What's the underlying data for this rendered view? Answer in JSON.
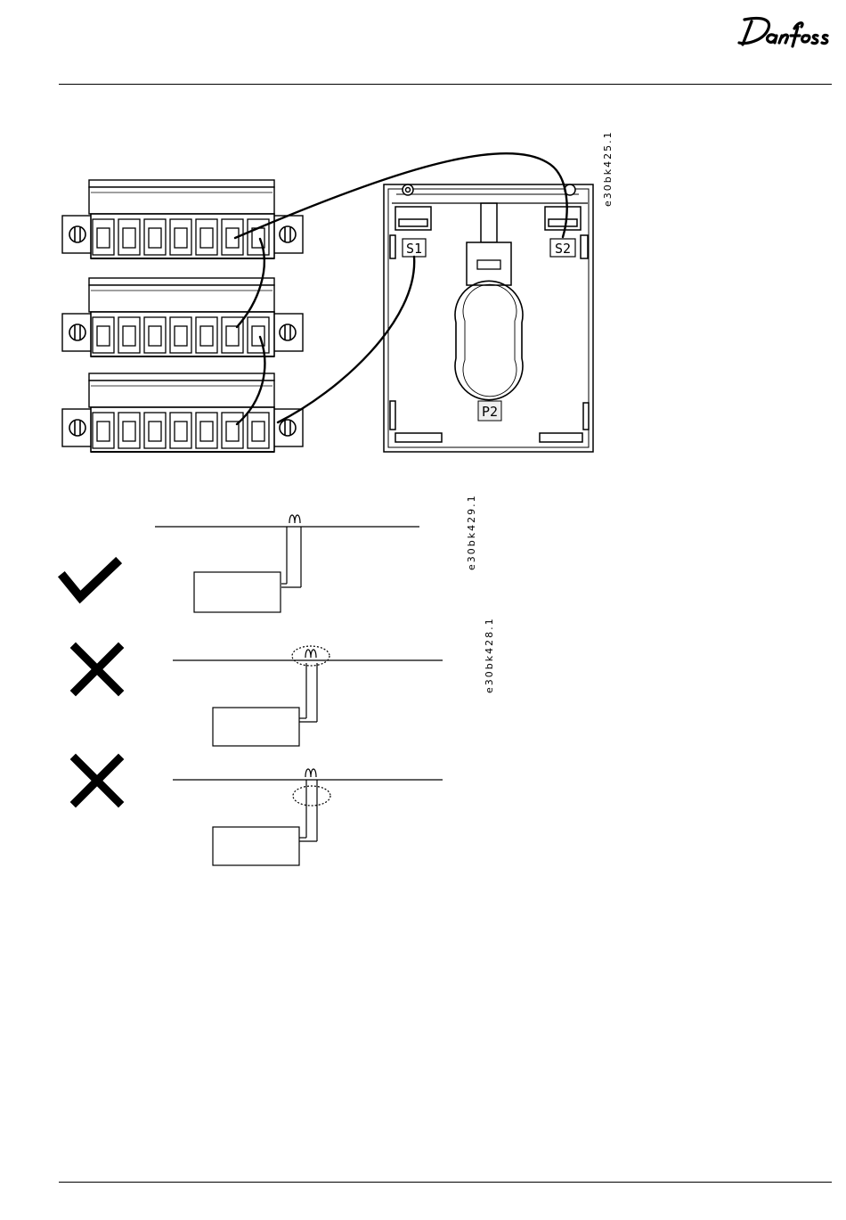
{
  "header": {
    "brand_logo": "Danfoss",
    "brand_color": "#000000"
  },
  "figures": {
    "ct_wiring": {
      "ref": "e30bk425.1",
      "ct_terminals": [
        "S1",
        "S2",
        "P2"
      ]
    },
    "wiring_correct": {
      "ref": "e30bk429.1",
      "mark": "check-icon"
    },
    "wiring_incorrect": {
      "ref": "e30bk428.1",
      "mark": "cross-icon"
    }
  }
}
